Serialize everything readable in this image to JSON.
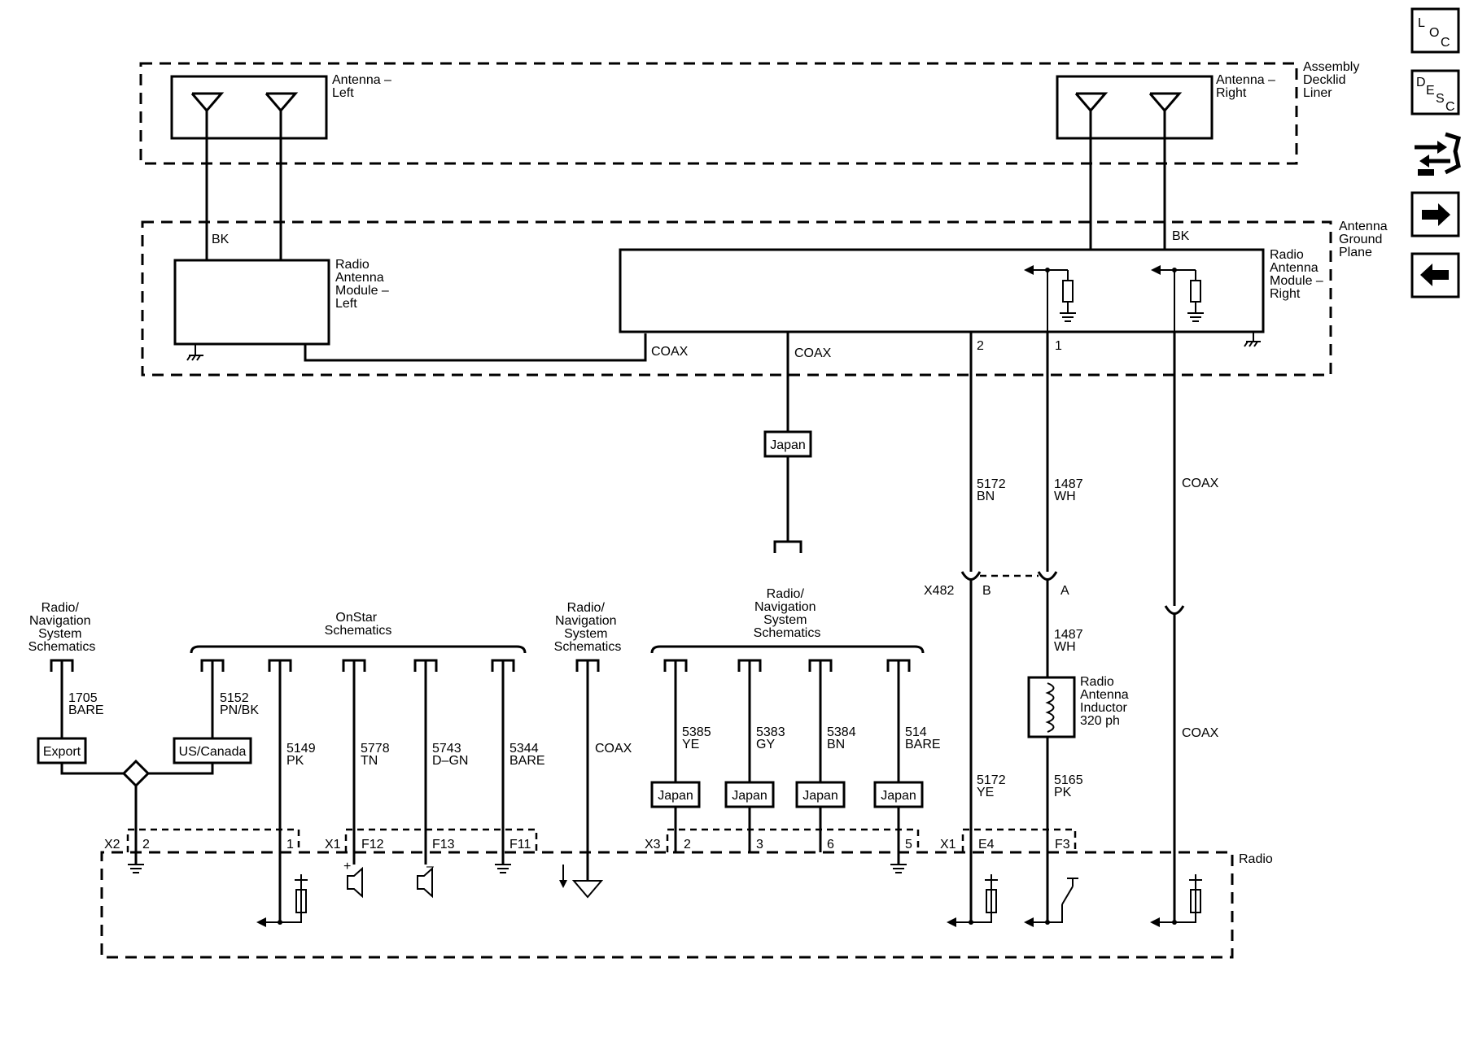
{
  "nav": {
    "loc": {
      "l1": "L",
      "l2": "O",
      "l3": "C"
    },
    "desc": {
      "l1": "D",
      "l2": "E",
      "l3": "S",
      "l4": "C"
    }
  },
  "components": {
    "assembly_decklid_liner": [
      "Assembly",
      "Decklid",
      "Liner"
    ],
    "antenna_ground_plane": [
      "Antenna",
      "Ground",
      "Plane"
    ],
    "antenna_left": [
      "Antenna –",
      "Left"
    ],
    "antenna_right": [
      "Antenna –",
      "Right"
    ],
    "module_left": [
      "Radio",
      "Antenna",
      "Module –",
      "Left"
    ],
    "module_right": [
      "Radio",
      "Antenna",
      "Module –",
      "Right"
    ],
    "radio": "Radio",
    "inductor": [
      "Radio",
      "Antenna",
      "Inductor",
      "320 ph"
    ]
  },
  "wires": {
    "bk": "BK",
    "coax": "COAX",
    "w5172bn": [
      "5172",
      "BN"
    ],
    "w1487wh": [
      "1487",
      "WH"
    ],
    "w1487wh_b": [
      "1487",
      "WH"
    ],
    "w5172ye": [
      "5172",
      "YE"
    ],
    "w5165pk": [
      "5165",
      "PK"
    ],
    "w1705": [
      "1705",
      "BARE"
    ],
    "w5152": [
      "5152",
      "PN/BK"
    ],
    "w5149": [
      "5149",
      "PK"
    ],
    "w5778": [
      "5778",
      "TN"
    ],
    "w5743": [
      "5743",
      "D–GN"
    ],
    "w5344": [
      "5344",
      "BARE"
    ],
    "w5385": [
      "5385",
      "YE"
    ],
    "w5383": [
      "5383",
      "GY"
    ],
    "w5384": [
      "5384",
      "BN"
    ],
    "w514": [
      "514",
      "BARE"
    ]
  },
  "pins": {
    "m_right_2": "2",
    "m_right_1": "1",
    "x482": "X482",
    "x482_b": "B",
    "x482_a": "A",
    "x2": "X2",
    "x2_2": "2",
    "x2_1": "1",
    "x1": "X1",
    "x1_f12": "F12",
    "x1_f13": "F13",
    "x1_f11": "F11",
    "x3": "X3",
    "x3_2": "2",
    "x3_3": "3",
    "x3_6": "6",
    "x3_5": "5",
    "x1b": "X1",
    "x1_e4": "E4",
    "x1_f3": "F3"
  },
  "refs": {
    "radio_nav_left": [
      "Radio/",
      "Navigation",
      "System",
      "Schematics"
    ],
    "onstar": [
      "OnStar",
      "Schematics"
    ],
    "radio_nav_mid": [
      "Radio/",
      "Navigation",
      "System",
      "Schematics"
    ],
    "radio_nav_right": [
      "Radio/",
      "Navigation",
      "System",
      "Schematics"
    ]
  },
  "options": {
    "japan": "Japan",
    "export": "Export",
    "us_canada": "US/Canada"
  },
  "symbols": {
    "plus": "+",
    "minus": "–"
  }
}
